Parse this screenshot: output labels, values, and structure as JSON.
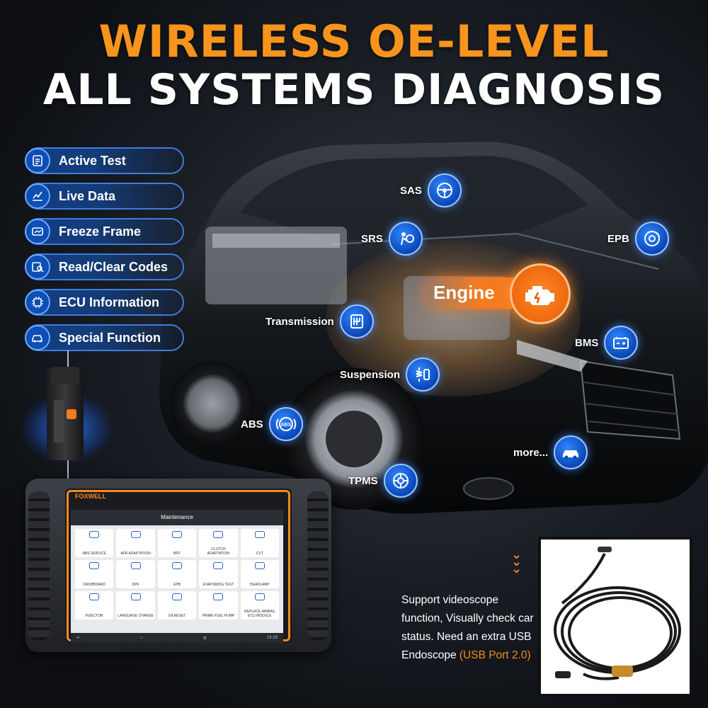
{
  "headline": {
    "line1": "WIRELESS OE-LEVEL",
    "line2": "ALL SYSTEMS DIAGNOSIS"
  },
  "features": [
    {
      "label": "Active Test",
      "icon": "checklist-icon"
    },
    {
      "label": "Live Data",
      "icon": "line-chart-icon"
    },
    {
      "label": "Freeze Frame",
      "icon": "snapshot-icon"
    },
    {
      "label": "Read/Clear Codes",
      "icon": "code-scan-icon"
    },
    {
      "label": "ECU Information",
      "icon": "chip-icon"
    },
    {
      "label": "Special Function",
      "icon": "car-service-icon"
    }
  ],
  "systems": {
    "sas": "SAS",
    "srs": "SRS",
    "epb": "EPB",
    "engine": "Engine",
    "transmission": "Transmission",
    "bms": "BMS",
    "suspension": "Suspension",
    "abs": "ABS",
    "abs_icon_text": "ABS",
    "more": "more...",
    "tpms": "TPMS"
  },
  "tablet": {
    "brand": "FOXWELL",
    "screen_title": "Maintenance",
    "tiles": [
      "ABS SERVICE",
      "AFR ADAPTATION",
      "BRT",
      "CLUTCH ADAPTATION",
      "CVT",
      "DASHBOARD",
      "DPF",
      "EPB",
      "EVAP/SMOG TEST",
      "HEADLAMP",
      "INJECTOR",
      "LANGUAGE CHANGE",
      "OILRESET",
      "PRIME FUEL PUMP",
      "REPLACE AIRBAG ECU MODULE"
    ],
    "clock": "19:28"
  },
  "videoscope": {
    "text": "Support videoscope function, Visually check car status. Need an extra USB Endoscope",
    "highlight": "(USB Port 2.0)"
  },
  "colors": {
    "accent_orange": "#f7941d",
    "accent_blue": "#0d4fb4",
    "background": "#101318"
  }
}
